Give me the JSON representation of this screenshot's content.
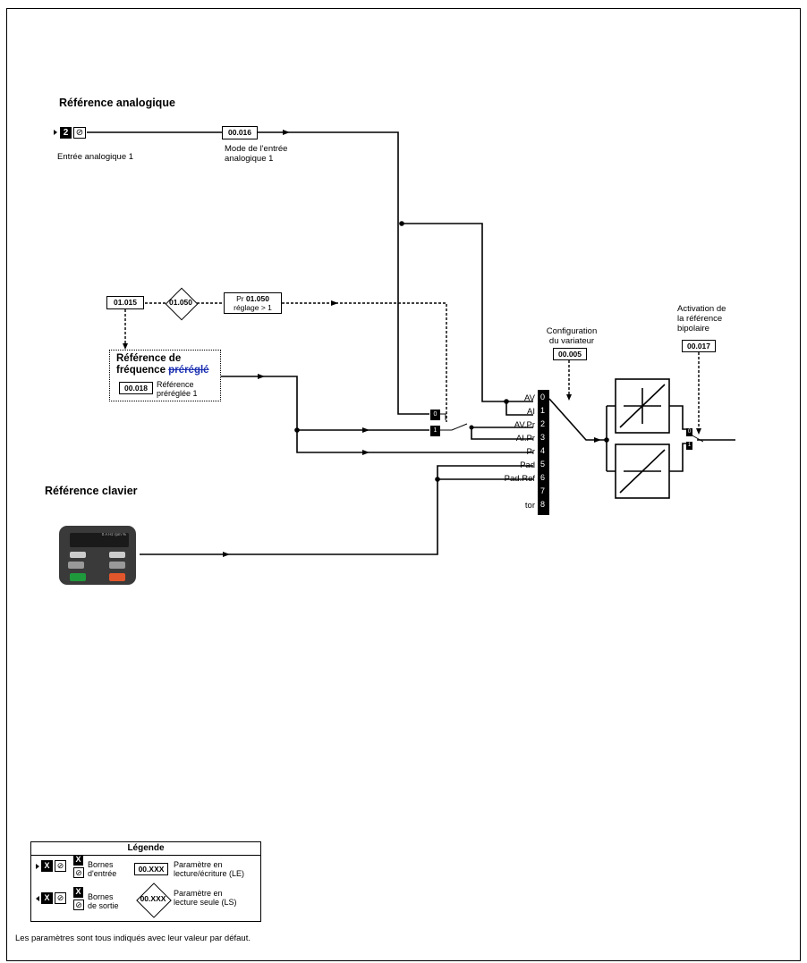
{
  "sections": {
    "analog_title": "Référence analogique",
    "keypad_title": "Référence clavier"
  },
  "analog_input": {
    "terminal_number": "2",
    "terminal_label": "Entrée analogique 1",
    "mode_param": "00.016",
    "mode_label_line1": "Mode de l'entrée",
    "mode_label_line2": "analogique 1"
  },
  "preset": {
    "param_a": "01.015",
    "param_b": "01.050",
    "condition_prefix": "Pr ",
    "condition_param": "01.050",
    "condition_text": "réglage > 1",
    "box_title_line1": "Référence de",
    "box_title_line2": "fréquence ",
    "box_title_struck": "préréglé",
    "ref_param": "00.018",
    "ref_label_line1": "Référence",
    "ref_label_line2": "préréglée 1"
  },
  "switch": {
    "pos0": "0",
    "pos1": "1"
  },
  "drive_config": {
    "label_line1": "Configuration",
    "label_line2": "du variateur",
    "param": "00.005"
  },
  "selector": {
    "labels": [
      "AV",
      "AI",
      "AV.Pr",
      "AI.Pr",
      "Pr",
      "Pad",
      "Pad.Ref",
      "",
      "tor"
    ],
    "numbers": [
      "0",
      "1",
      "2",
      "3",
      "4",
      "5",
      "6",
      "7",
      "8"
    ]
  },
  "bipolar": {
    "label_line1": "Activation de",
    "label_line2": "la référence",
    "label_line3": "bipolaire",
    "param": "00.017",
    "pos0": "0",
    "pos1": "1"
  },
  "keypad_device": {
    "display_text": "0 A Hz rpm %"
  },
  "legend": {
    "title": "Légende",
    "terminal_x": "X",
    "input_label_line1": "Bornes",
    "input_label_line2": "d'entrée",
    "output_label_line1": "Bornes",
    "output_label_line2": "de sortie",
    "rw_param": "00.XXX",
    "rw_label_line1": "Paramètre en",
    "rw_label_line2": "lecture/écriture (LE)",
    "ro_param": "00.XXX",
    "ro_label_line1": "Paramètre en",
    "ro_label_line2": "lecture seule (LS)"
  },
  "footnote": "Les paramètres sont tous indiqués avec leur valeur par défaut.",
  "colors": {
    "line": "#000000",
    "edit_mark": "#1a2fb0",
    "keypad_body": "#3a3a3a",
    "keypad_green": "#1e9a3c",
    "keypad_orange": "#e2562b"
  }
}
